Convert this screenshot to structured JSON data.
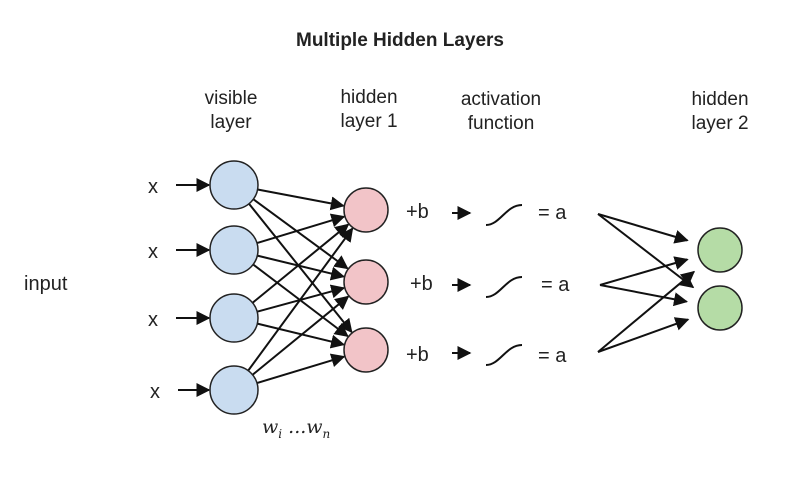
{
  "title": "Multiple Hidden Layers",
  "headers": {
    "visible_layer": [
      "visible",
      "layer"
    ],
    "hidden_layer_1": [
      "hidden",
      "layer 1"
    ],
    "activation_function": [
      "activation",
      "function"
    ],
    "hidden_layer_2": [
      "hidden",
      "layer 2"
    ]
  },
  "input_label": "input",
  "x_label": "x",
  "bias_label": "+b",
  "activation_output": "= a",
  "weights": {
    "w": "w",
    "i": "i",
    "ellipsis": " ...",
    "n": "n"
  },
  "colors": {
    "visible_node": "#c9dcf0",
    "hidden1_node": "#f2c4c8",
    "hidden2_node": "#b5dca6",
    "node_stroke": "#222222",
    "edge": "#111111"
  }
}
